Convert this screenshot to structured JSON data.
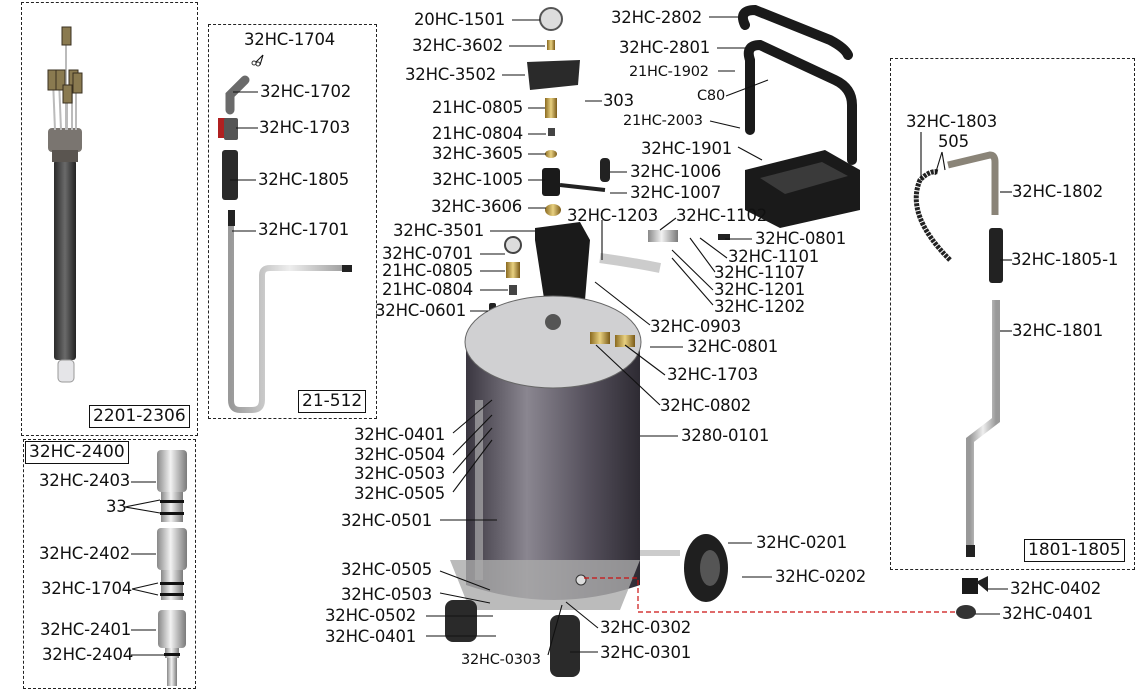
{
  "diagram": {
    "title": "Oil drain tank exploded parts diagram",
    "accent_color": "#cc1111",
    "groups": {
      "probe_set": {
        "tag": "2201-2306"
      },
      "suction_pipe_set": {
        "tag": "21-512",
        "parts": [
          "32HC-1704",
          "32HC-1702",
          "32HC-1703",
          "32HC-1805",
          "32HC-1701"
        ]
      },
      "adapter_set": {
        "tag": "32HC-2400",
        "parts": [
          "32HC-2403",
          "33",
          "32HC-2402",
          "32HC-1704",
          "32HC-2401",
          "32HC-2404"
        ]
      },
      "drain_pipe_set": {
        "tag": "1801-1805",
        "parts": [
          "32HC-1803",
          "505",
          "32HC-1802",
          "32HC-1805-1",
          "32HC-1801"
        ]
      }
    },
    "labels": {
      "p1501": "20HC-1501",
      "p3602": "32HC-3602",
      "p3502": "32HC-3502",
      "p0805a": "21HC-0805",
      "p303": "303",
      "p0804a": "21HC-0804",
      "p3605": "32HC-3605",
      "p1005": "32HC-1005",
      "p1006": "32HC-1006",
      "p1007": "32HC-1007",
      "p3606": "32HC-3606",
      "p1203": "32HC-1203",
      "p1102": "32HC-1102",
      "p3501": "32HC-3501",
      "p0801a": "32HC-0801",
      "p1101": "32HC-1101",
      "p0701": "32HC-0701",
      "p1107": "32HC-1107",
      "p0805b": "21HC-0805",
      "p1201": "32HC-1201",
      "p0804b": "21HC-0804",
      "p1202": "32HC-1202",
      "p0601": "32HC-0601",
      "p0903": "32HC-0903",
      "p0801b": "32HC-0801",
      "p1703": "32HC-1703",
      "p0802": "32HC-0802",
      "p0101": "3280-0101",
      "p0401a": "32HC-0401",
      "p0504": "32HC-0504",
      "p0503a": "32HC-0503",
      "p0505a": "32HC-0505",
      "p0501": "32HC-0501",
      "p0201": "32HC-0201",
      "p0202": "32HC-0202",
      "p0505b": "32HC-0505",
      "p0503b": "32HC-0503",
      "p0502": "32HC-0502",
      "p0401b": "32HC-0401",
      "p0302": "32HC-0302",
      "p0303": "32HC-0303",
      "p0301": "32HC-0301",
      "p2802": "32HC-2802",
      "p2801": "32HC-2801",
      "p1902": "21HC-1902",
      "pC80": "C80",
      "p2003": "21HC-2003",
      "p1901": "32HC-1901",
      "p0402r": "32HC-0402",
      "p0401r": "32HC-0401",
      "s1704": "32HC-1704",
      "s1702": "32HC-1702",
      "s1703": "32HC-1703",
      "s1805": "32HC-1805",
      "s1701": "32HC-1701",
      "a2403": "32HC-2403",
      "a33": "33",
      "a2402": "32HC-2402",
      "a1704": "32HC-1704",
      "a2401": "32HC-2401",
      "a2404": "32HC-2404",
      "d1803": "32HC-1803",
      "d505": "505",
      "d1802": "32HC-1802",
      "d1805": "32HC-1805-1",
      "d1801": "32HC-1801"
    }
  }
}
